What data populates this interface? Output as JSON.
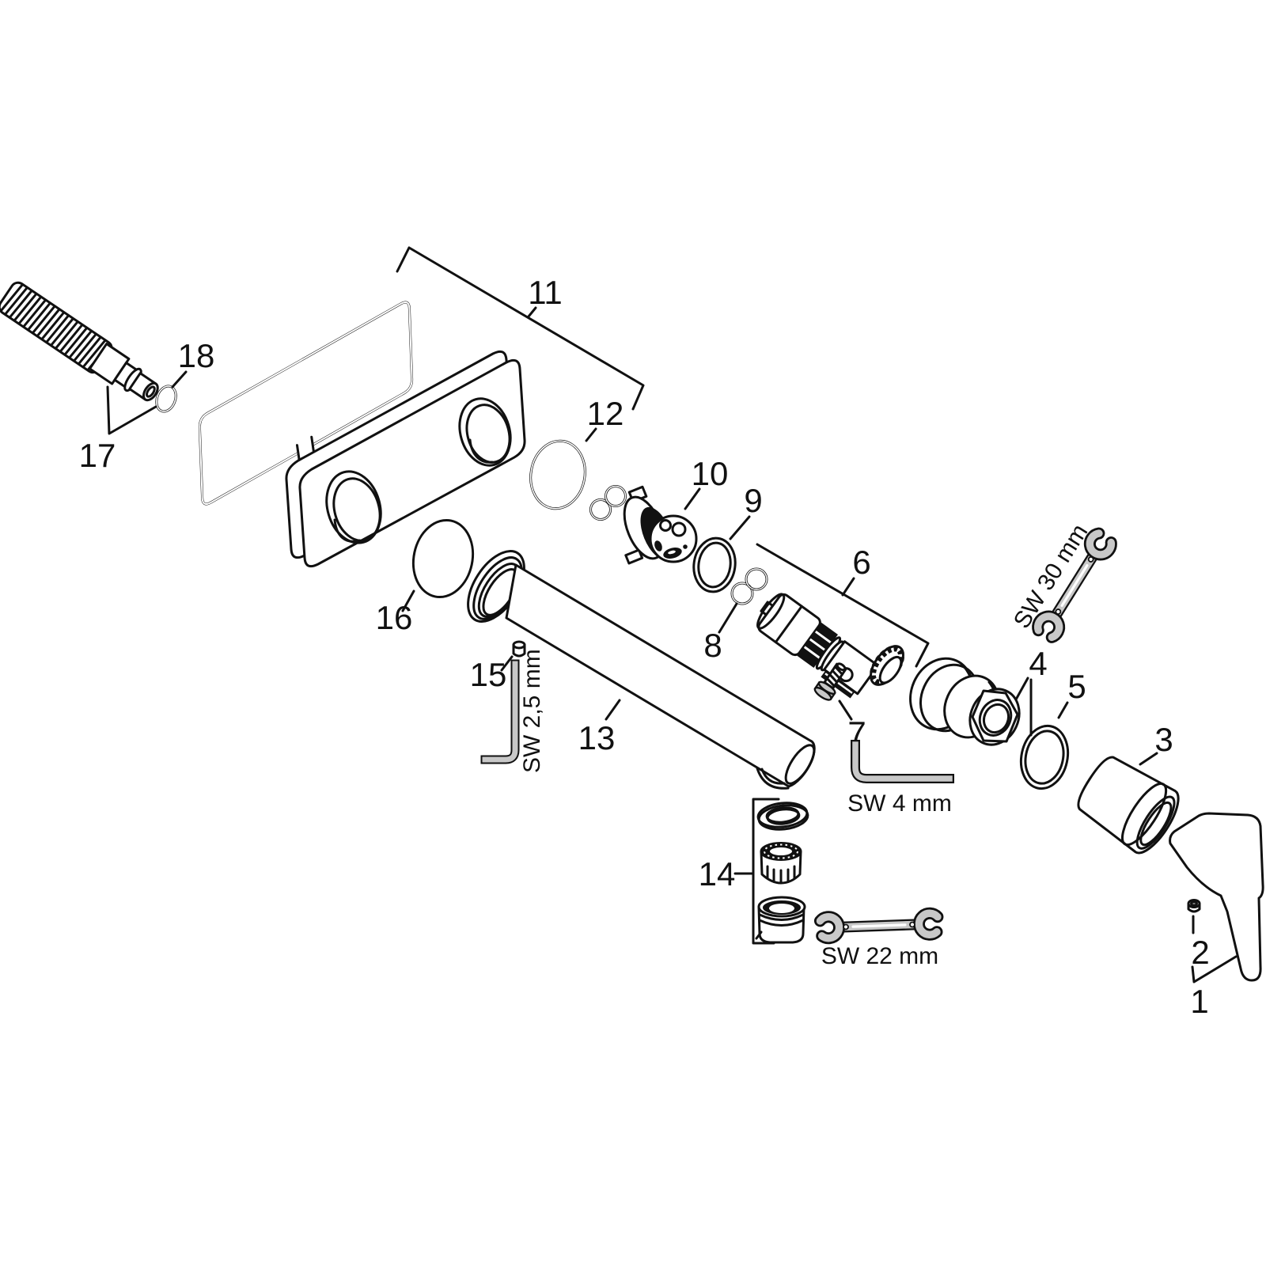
{
  "diagram": {
    "kind": "exploded-parts-diagram",
    "background": "#ffffff",
    "line_color": "#111111",
    "tool_color": "#c8c8c8",
    "part_numbers": {
      "p1": "1",
      "p2": "2",
      "p3": "3",
      "p4": "4",
      "p5": "5",
      "p6": "6",
      "p7": "7",
      "p8": "8",
      "p9": "9",
      "p10": "10",
      "p11": "11",
      "p12": "12",
      "p13": "13",
      "p14": "14",
      "p15": "15",
      "p16": "16",
      "p17": "17",
      "p18": "18"
    },
    "tool_sizes": {
      "allen_2_5": "SW 2,5 mm",
      "allen_4": "SW 4 mm",
      "wrench_22": "SW 22 mm",
      "wrench_30": "SW 30 mm"
    }
  }
}
